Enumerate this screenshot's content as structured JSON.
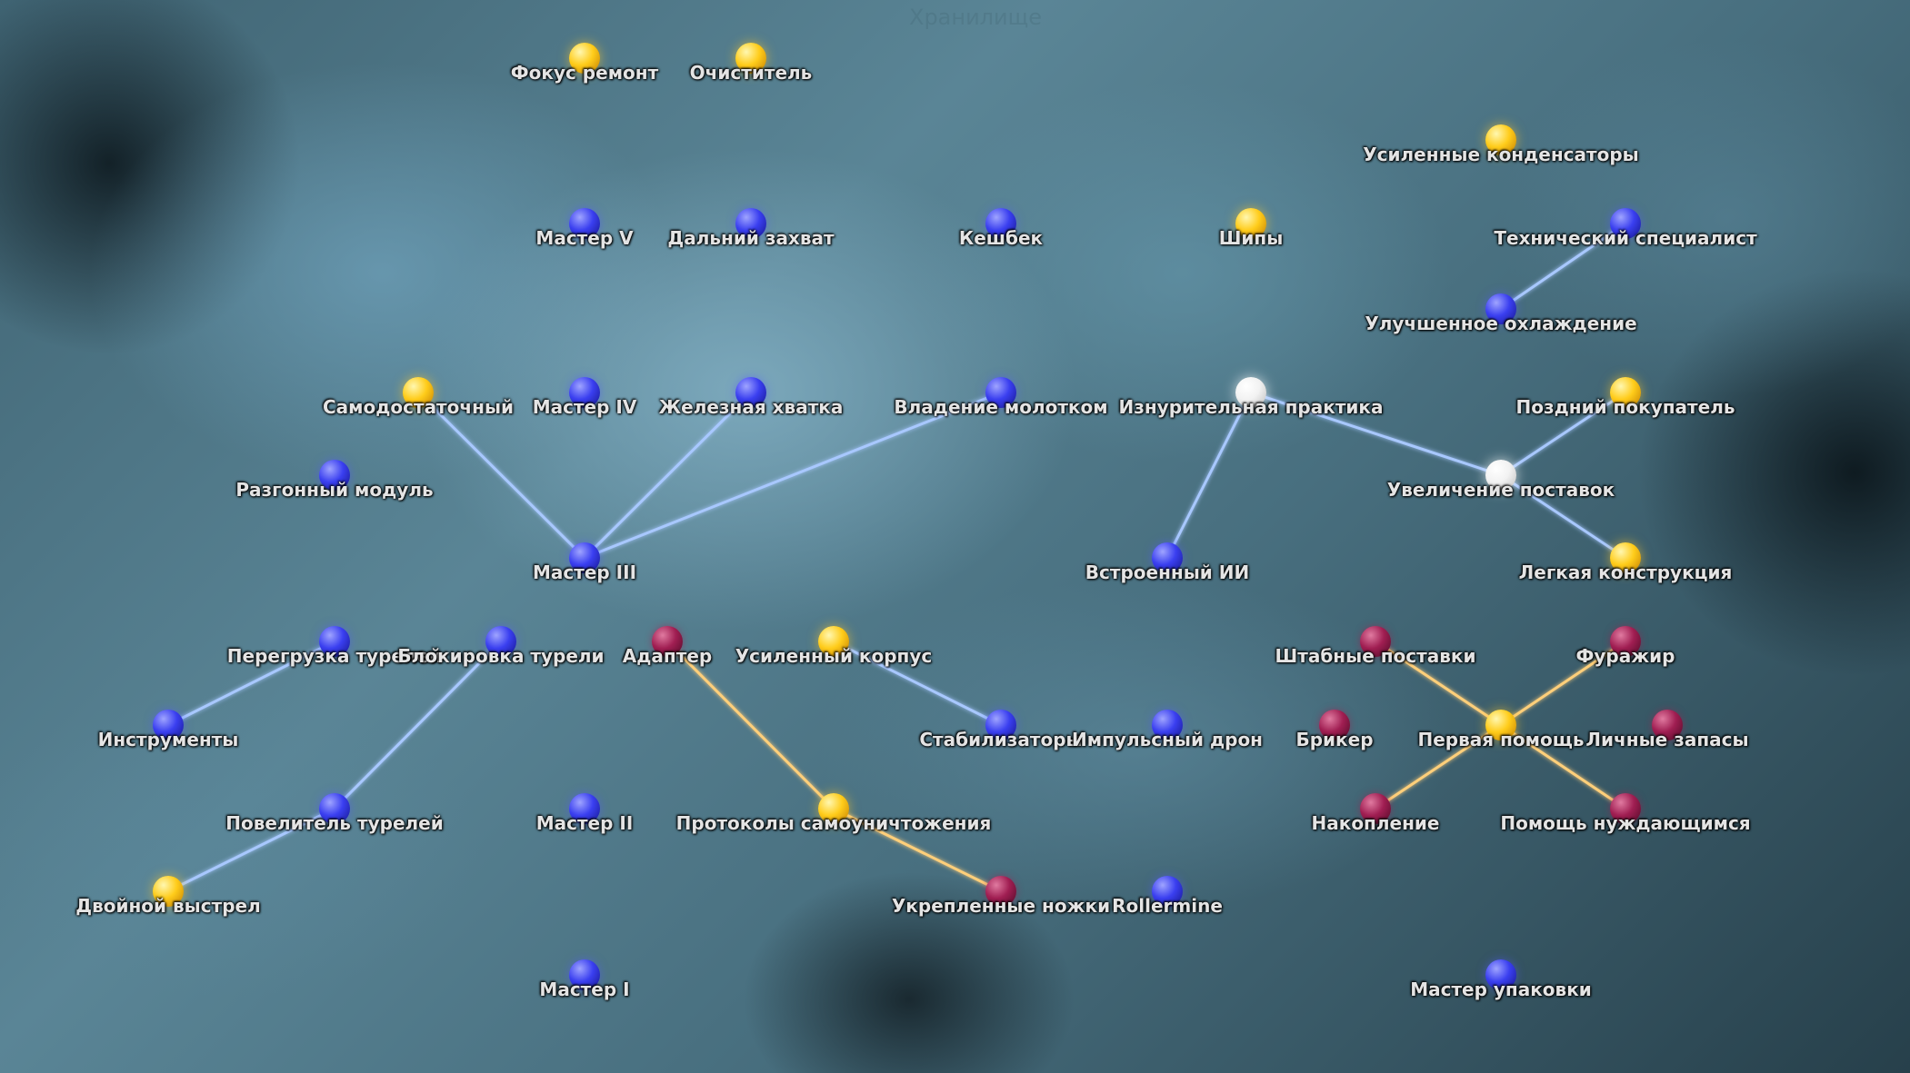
{
  "header": {
    "title_ghost": "Хранилище"
  },
  "colors": {
    "link_blue": "#a8c8ff",
    "link_orange": "#ffcf7a",
    "node_blue": "#3a3ff0",
    "node_yellow": "#ffcc1a",
    "node_maroon": "#a01e52",
    "node_white": "#f2f2f2"
  },
  "nodes": [
    {
      "id": "focus_repair",
      "label": "Фокус ремонт",
      "kind": "yellow"
    },
    {
      "id": "cleaner",
      "label": "Очиститель",
      "kind": "yellow"
    },
    {
      "id": "master_v",
      "label": "Мастер V",
      "kind": "blue"
    },
    {
      "id": "long_grab",
      "label": "Дальний захват",
      "kind": "blue"
    },
    {
      "id": "master_iv",
      "label": "Мастер IV",
      "kind": "blue"
    },
    {
      "id": "iron_grip",
      "label": "Железная хватка",
      "kind": "blue"
    },
    {
      "id": "self_sufficient",
      "label": "Самодостаточный",
      "kind": "yellow"
    },
    {
      "id": "boost_module",
      "label": "Разгонный модуль",
      "kind": "blue"
    },
    {
      "id": "master_iii",
      "label": "Мастер III",
      "kind": "blue"
    },
    {
      "id": "turret_overload",
      "label": "Перегрузка турелей",
      "kind": "blue"
    },
    {
      "id": "turret_block",
      "label": "Блокировка турели",
      "kind": "blue"
    },
    {
      "id": "tools",
      "label": "Инструменты",
      "kind": "blue"
    },
    {
      "id": "turret_lord",
      "label": "Повелитель турелей",
      "kind": "blue"
    },
    {
      "id": "double_shot",
      "label": "Двойной выстрел",
      "kind": "yellow"
    },
    {
      "id": "master_ii",
      "label": "Мастер II",
      "kind": "blue"
    },
    {
      "id": "master_i",
      "label": "Мастер I",
      "kind": "blue"
    },
    {
      "id": "adapter",
      "label": "Адаптер",
      "kind": "maroon"
    },
    {
      "id": "reinforced_hull",
      "label": "Усиленный корпус",
      "kind": "yellow"
    },
    {
      "id": "self_destruct",
      "label": "Протоколы самоуничтожения",
      "kind": "yellow"
    },
    {
      "id": "reinforced_legs",
      "label": "Укрепленные ножки",
      "kind": "maroon"
    },
    {
      "id": "cashback",
      "label": "Кешбек",
      "kind": "blue"
    },
    {
      "id": "hammer",
      "label": "Владение молотком",
      "kind": "blue"
    },
    {
      "id": "spikes",
      "label": "Шипы",
      "kind": "yellow"
    },
    {
      "id": "grueling",
      "label": "Изнурительная практика",
      "kind": "white"
    },
    {
      "id": "builtin_ai",
      "label": "Встроенный ИИ",
      "kind": "blue"
    },
    {
      "id": "stabilizers",
      "label": "Стабилизаторы",
      "kind": "blue"
    },
    {
      "id": "pulse_drone",
      "label": "Импульсный дрон",
      "kind": "blue"
    },
    {
      "id": "rollermine",
      "label": "Rollermine",
      "kind": "blue"
    },
    {
      "id": "capacitors",
      "label": "Усиленные конденсаторы",
      "kind": "yellow"
    },
    {
      "id": "tech_specialist",
      "label": "Технический специалист",
      "kind": "blue"
    },
    {
      "id": "cooling",
      "label": "Улучшенное охлаждение",
      "kind": "blue"
    },
    {
      "id": "late_buyer",
      "label": "Поздний покупатель",
      "kind": "yellow"
    },
    {
      "id": "supply_increase",
      "label": "Увеличение поставок",
      "kind": "white"
    },
    {
      "id": "light_build",
      "label": "Легкая конструкция",
      "kind": "yellow"
    },
    {
      "id": "staff_supplies",
      "label": "Штабные поставки",
      "kind": "maroon"
    },
    {
      "id": "forager",
      "label": "Фуражир",
      "kind": "maroon"
    },
    {
      "id": "bricker",
      "label": "Брикер",
      "kind": "maroon"
    },
    {
      "id": "first_aid",
      "label": "Первая помощь",
      "kind": "yellow"
    },
    {
      "id": "personal_stock",
      "label": "Личные запасы",
      "kind": "maroon"
    },
    {
      "id": "accumulation",
      "label": "Накопление",
      "kind": "maroon"
    },
    {
      "id": "help_needy",
      "label": "Помощь нуждающимся",
      "kind": "maroon"
    },
    {
      "id": "pack_master",
      "label": "Мастер упаковки",
      "kind": "blue"
    }
  ],
  "links": [
    [
      "focus_repair",
      "master_v",
      "blue"
    ],
    [
      "master_v",
      "master_iv",
      "blue"
    ],
    [
      "master_iv",
      "master_iii",
      "blue"
    ],
    [
      "master_iii",
      "master_ii",
      "blue"
    ],
    [
      "master_ii",
      "master_i",
      "blue"
    ],
    [
      "cleaner",
      "long_grab",
      "blue"
    ],
    [
      "long_grab",
      "iron_grip",
      "blue"
    ],
    [
      "iron_grip",
      "master_iii",
      "blue"
    ],
    [
      "self_sufficient",
      "master_iii",
      "blue"
    ],
    [
      "master_iii",
      "hammer",
      "blue"
    ],
    [
      "cashback",
      "hammer",
      "blue"
    ],
    [
      "hammer",
      "grueling",
      "blue"
    ],
    [
      "spikes",
      "grueling",
      "blue"
    ],
    [
      "grueling",
      "builtin_ai",
      "blue"
    ],
    [
      "grueling",
      "supply_increase",
      "blue"
    ],
    [
      "builtin_ai",
      "pulse_drone",
      "blue"
    ],
    [
      "pulse_drone",
      "stabilizers",
      "blue"
    ],
    [
      "pulse_drone",
      "rollermine",
      "blue"
    ],
    [
      "stabilizers",
      "reinforced_hull",
      "blue"
    ],
    [
      "boost_module",
      "turret_overload",
      "blue"
    ],
    [
      "turret_overload",
      "tools",
      "blue"
    ],
    [
      "turret_overload",
      "turret_lord",
      "blue"
    ],
    [
      "turret_block",
      "turret_lord",
      "blue"
    ],
    [
      "turret_lord",
      "double_shot",
      "blue"
    ],
    [
      "turret_lord",
      "master_ii",
      "blue"
    ],
    [
      "master_ii",
      "self_destruct",
      "blue"
    ],
    [
      "self_destruct",
      "reinforced_hull",
      "orange"
    ],
    [
      "self_destruct",
      "adapter",
      "orange"
    ],
    [
      "self_destruct",
      "reinforced_legs",
      "orange"
    ],
    [
      "capacitors",
      "cooling",
      "blue"
    ],
    [
      "tech_specialist",
      "cooling",
      "blue"
    ],
    [
      "cooling",
      "supply_increase",
      "blue"
    ],
    [
      "late_buyer",
      "supply_increase",
      "blue"
    ],
    [
      "supply_increase",
      "light_build",
      "blue"
    ],
    [
      "supply_increase",
      "first_aid",
      "blue"
    ],
    [
      "first_aid",
      "pack_master",
      "blue"
    ],
    [
      "first_aid",
      "staff_supplies",
      "orange"
    ],
    [
      "first_aid",
      "forager",
      "orange"
    ],
    [
      "first_aid",
      "bricker",
      "orange"
    ],
    [
      "first_aid",
      "personal_stock",
      "orange"
    ],
    [
      "first_aid",
      "accumulation",
      "orange"
    ],
    [
      "first_aid",
      "help_needy",
      "orange"
    ]
  ]
}
